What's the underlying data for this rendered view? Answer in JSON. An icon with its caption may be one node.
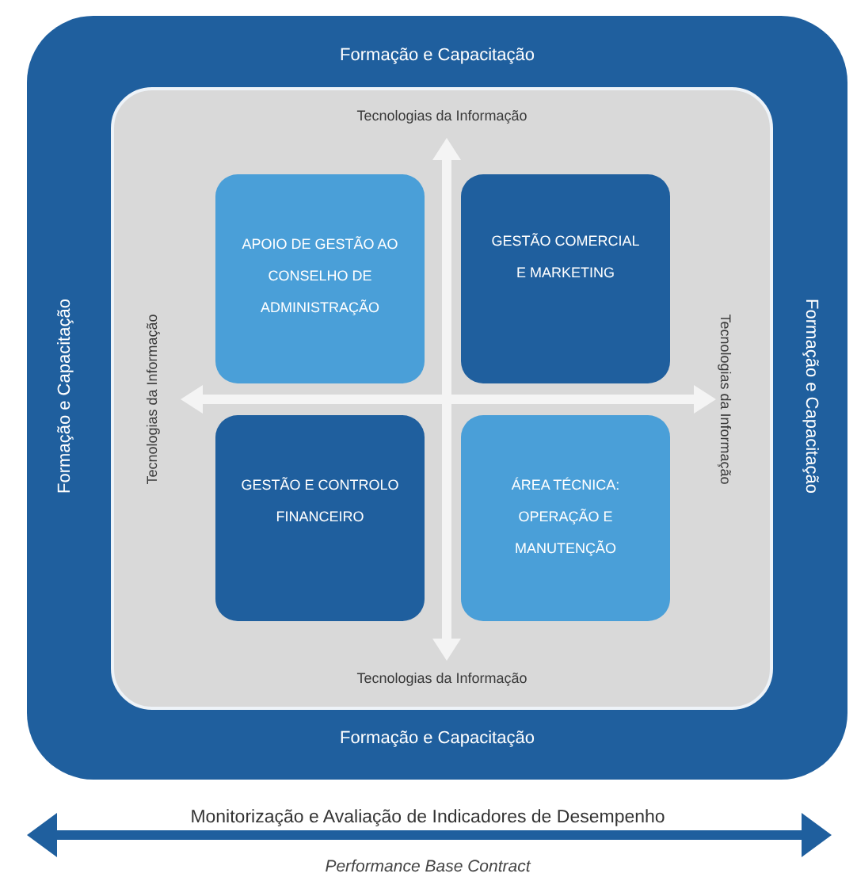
{
  "diagram": {
    "nodes": [
      {
        "text": [
          "Formação e Capacitação",
          "Formação e Capacitação",
          "Formação e Capacitação",
          "Formação e Capacitação"
        ]
      },
      {
        "text": [
          "Tecnologias da Informação",
          "Tecnologias da Informação",
          "Tecnologias da Informação",
          "Tecnologias da Informação"
        ],
        "in": 0
      },
      {
        "text": [
          "APOIO DE GESTÃO AO CONSELHO DE ADMINISTRAÇÃO"
        ],
        "in": 1
      },
      {
        "text": [
          "GESTÃO COMERCIAL E MARKETING"
        ],
        "in": 1
      },
      {
        "text": [
          "GESTÃO E CONTROLO FINANCEIRO"
        ],
        "in": 1
      },
      {
        "text": [
          "ÁREA TÉCNICA: OPERAÇÃO E MANUTENÇÃO"
        ],
        "in": 1
      }
    ],
    "labels": [
      "Monitorização e Avaliação de Indicadores de Desempenho",
      "Performance Base Contract"
    ]
  }
}
